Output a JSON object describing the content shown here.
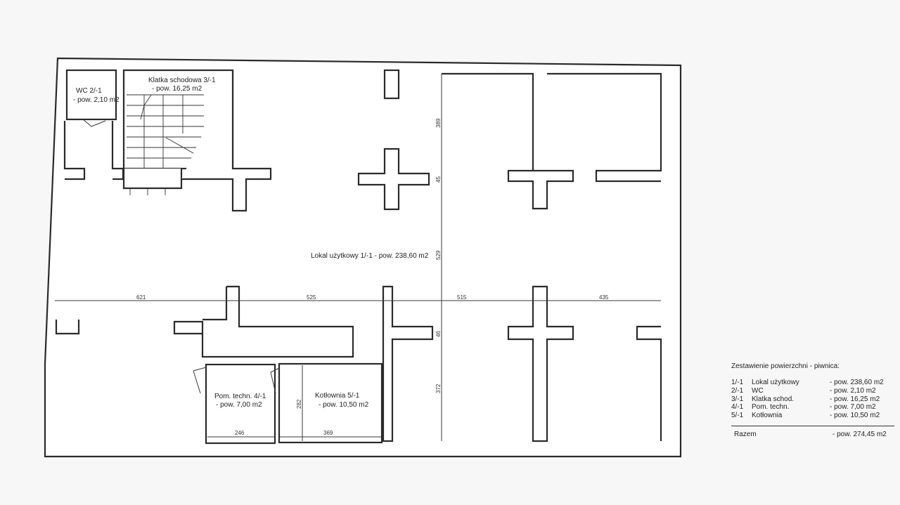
{
  "rooms": {
    "wc": {
      "name": "WC 2/-1",
      "area": "- pow. 2,10 m2"
    },
    "stairs": {
      "name": "Klatka schodowa 3/-1",
      "area": "- pow. 16,25 m2"
    },
    "main": {
      "label": "Lokal użytkowy 1/-1 - pow. 238,60 m2"
    },
    "tech": {
      "name": "Pom. techn. 4/-1",
      "area": "- pow. 7,00 m2"
    },
    "boiler": {
      "name": "Kotłownia 5/-1",
      "area": "- pow. 10,50 m2"
    }
  },
  "dimensions": {
    "h1": "621",
    "h2": "525",
    "h3": "515",
    "h4": "435",
    "v1": "389",
    "v2": "45",
    "v3": "529",
    "v4": "46",
    "v5": "372",
    "tech_width": "246",
    "boiler_width": "369",
    "boiler_height": "282"
  },
  "summary": {
    "title": "Zestawienie powierzchni - piwnica:",
    "rows": [
      {
        "code": "1/-1",
        "name": "Lokal użytkowy",
        "area": "- pow. 238,60 m2"
      },
      {
        "code": "2/-1",
        "name": "WC",
        "area": "- pow. 2,10 m2"
      },
      {
        "code": "3/-1",
        "name": "Klatka schod.",
        "area": "- pow. 16,25 m2"
      },
      {
        "code": "4/-1",
        "name": "Pom. techn.",
        "area": "- pow. 7,00 m2"
      },
      {
        "code": "5/-1",
        "name": "Kotłownia",
        "area": "- pow. 10,50 m2"
      }
    ],
    "total_label": "Razem",
    "total_area": "- pow. 274,45 m2"
  }
}
